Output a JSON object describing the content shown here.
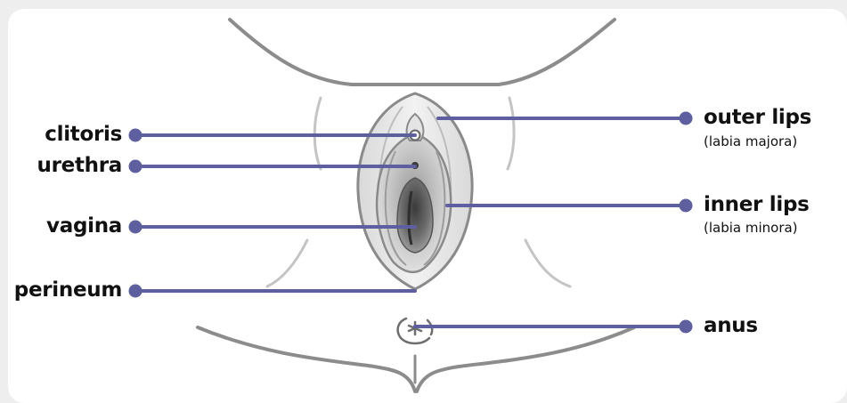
{
  "labels": {
    "clitoris": "clitoris",
    "urethra": "urethra",
    "vagina": "vagina",
    "perineum": "perineum",
    "outer_lips": "outer lips",
    "outer_lips_sub": "(labia majora)",
    "inner_lips": "inner lips",
    "inner_lips_sub": "(labia minora)",
    "anus": "anus"
  },
  "colors": {
    "leader_line": "#5e5f9e",
    "outline": "#8a8a8a",
    "fill_light": "#e2e2e2",
    "fill_mid": "#bdbdbd",
    "fill_dark": "#5a5a5a"
  }
}
